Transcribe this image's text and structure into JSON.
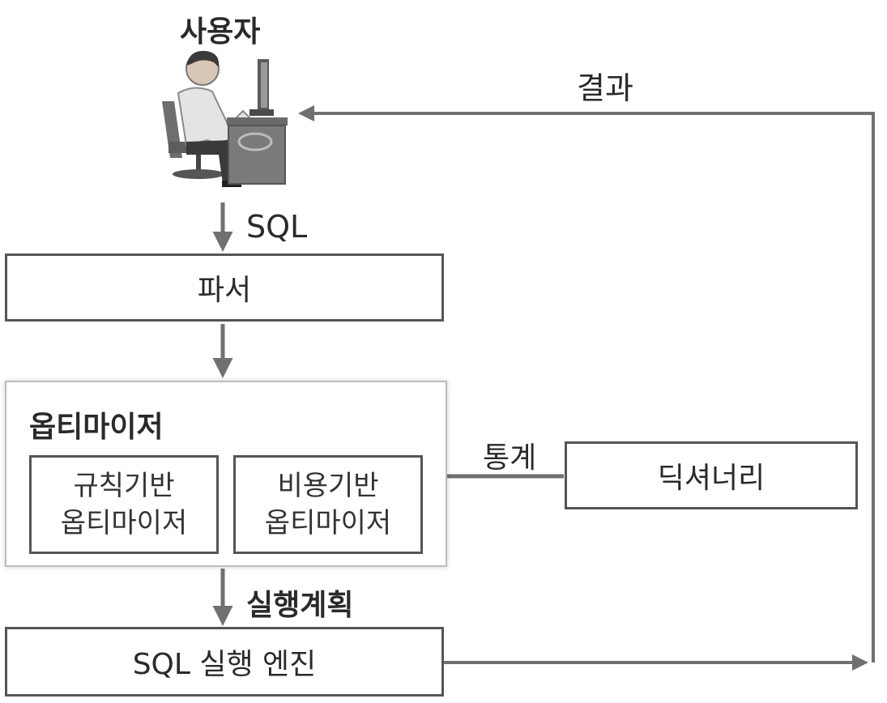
{
  "user": {
    "label": "사용자"
  },
  "edges": {
    "sql": "SQL",
    "result": "결과",
    "stats": "통계",
    "plan": "실행계획"
  },
  "nodes": {
    "parser": "파서",
    "optimizer": {
      "title": "옵티마이저",
      "rule_line1": "규칙기반",
      "rule_line2": "옵티마이저",
      "cost_line1": "비용기반",
      "cost_line2": "옵티마이저"
    },
    "dictionary": "딕셔너리",
    "engine": "SQL 실행 엔진"
  },
  "colors": {
    "line": "#707070",
    "border": "#555555",
    "text": "#2a2a2a"
  }
}
